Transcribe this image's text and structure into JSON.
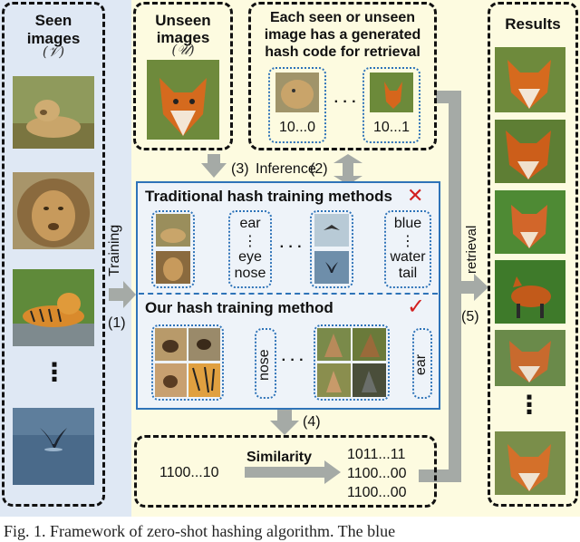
{
  "seen_panel": {
    "title_line1": "Seen",
    "title_line2": "images",
    "symbol": "(𝒱)",
    "ellipsis": "⋮"
  },
  "unseen_panel": {
    "title_line1": "Unseen",
    "title_line2": "images",
    "symbol": "(𝒰)"
  },
  "hash_panel": {
    "title_line1": "Each seen or unseen",
    "title_line2": "image has a generated",
    "title_line3": "hash code for retrieval",
    "code_left": "10...0",
    "code_right": "10...1",
    "ellipsis": "· · ·"
  },
  "results_panel": {
    "title": "Results",
    "ellipsis": "⋮"
  },
  "inference": {
    "step3": "(3)",
    "label": "Inference",
    "step2": "(2)"
  },
  "training": {
    "label": "Training",
    "step": "(1)"
  },
  "retrieval": {
    "label": "retrieval",
    "step": "(5)"
  },
  "traditional": {
    "title": "Traditional hash training methods",
    "mark": "✕",
    "words_left": [
      "ear",
      "⋮",
      "eye",
      "nose"
    ],
    "words_right": [
      "blue",
      "⋮",
      "water",
      "tail"
    ],
    "ellipsis": "· · ·"
  },
  "ours": {
    "title": "Our hash training method",
    "mark": "✓",
    "word_left": "nose",
    "word_right": "ear",
    "ellipsis": "· · ·"
  },
  "similarity": {
    "step": "(4)",
    "query_code": "1100...10",
    "label": "Similarity",
    "codes": [
      "1011...11",
      "1100...00",
      "1100...00"
    ]
  },
  "caption": "Fig. 1. Framework of zero-shot hashing algorithm. The blue",
  "colors": {
    "background_left": "#dfe8f4",
    "background_main": "#fdfbe0",
    "framework_blue": "#2e73b8",
    "arrow_gray": "#a5aaa6",
    "check_red": "#d22020"
  }
}
